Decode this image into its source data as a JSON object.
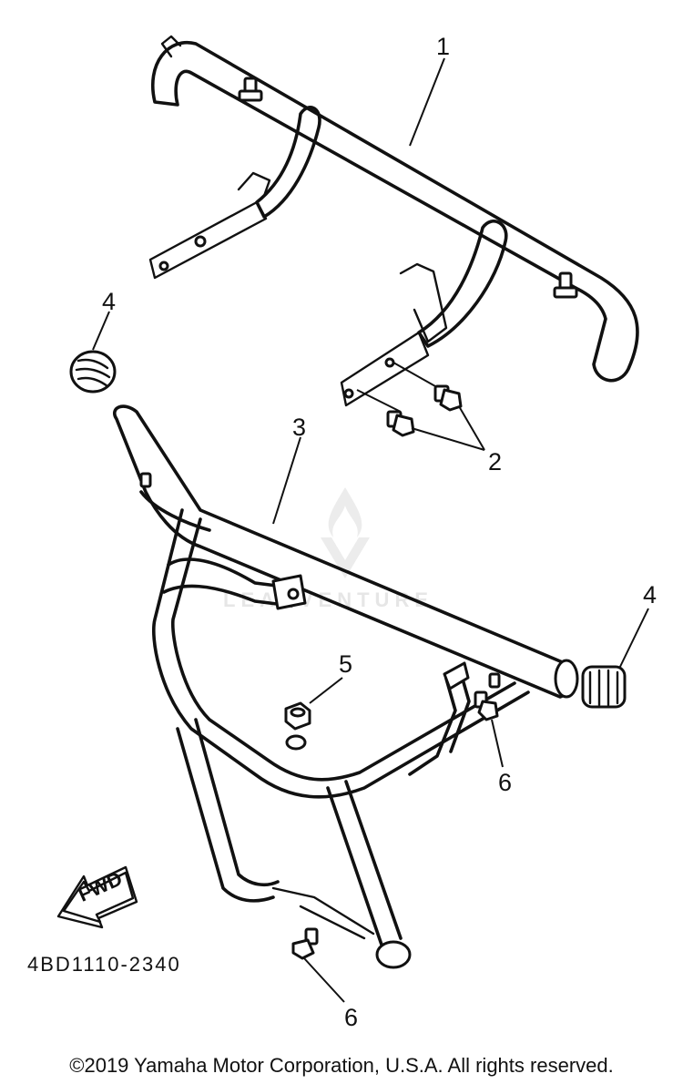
{
  "callouts": [
    {
      "id": "1",
      "text": "1"
    },
    {
      "id": "2",
      "text": "2"
    },
    {
      "id": "3",
      "text": "3"
    },
    {
      "id": "4a",
      "text": "4"
    },
    {
      "id": "4b",
      "text": "4"
    },
    {
      "id": "5",
      "text": "5"
    },
    {
      "id": "6a",
      "text": "6"
    },
    {
      "id": "6b",
      "text": "6"
    }
  ],
  "fwd_label": "FWD",
  "part_code": "4BD1110-2340",
  "copyright": "©2019 Yamaha Motor Corporation, U.S.A. All rights reserved.",
  "watermark": "LEADVENTURE",
  "icons": [
    "fwd-arrow-icon",
    "leadventure-logo-icon"
  ]
}
